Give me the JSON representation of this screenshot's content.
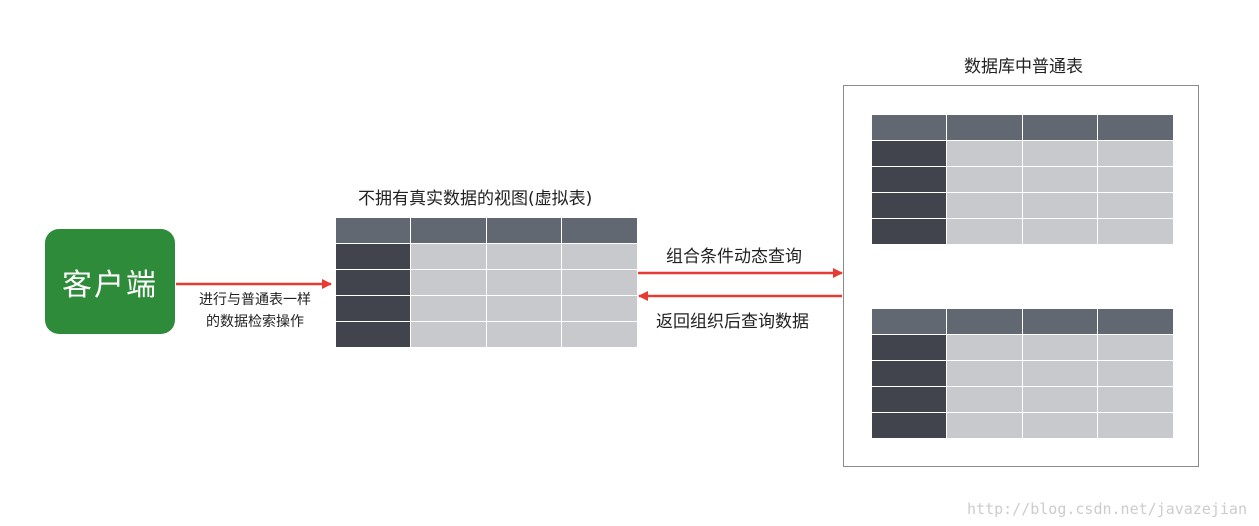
{
  "client": {
    "label": "客户端",
    "color": "#2e8b3a"
  },
  "client_to_view": {
    "line1": "进行与普通表一样",
    "line2": "的数据检索操作"
  },
  "view": {
    "title": "不拥有真实数据的视图(虚拟表)"
  },
  "arrows": {
    "forward_label": "组合条件动态查询",
    "back_label": "返回组织后查询数据",
    "color": "#e63b32"
  },
  "database": {
    "title": "数据库中普通表"
  },
  "table_colors": {
    "header": "#616871",
    "key_column": "#41444d",
    "body": "#c8c9cc"
  },
  "watermark": "http://blog.csdn.net/javazejian"
}
